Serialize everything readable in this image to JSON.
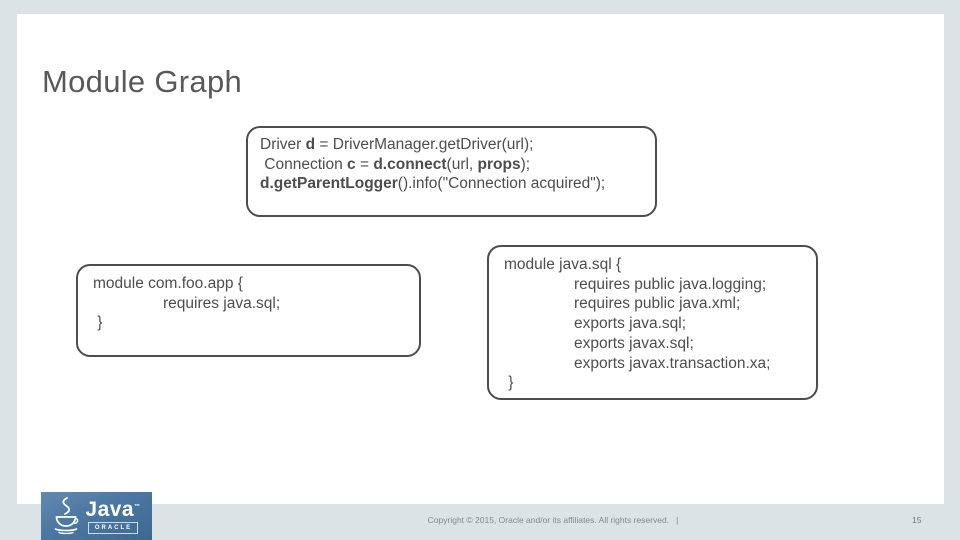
{
  "slide": {
    "title": "Module Graph",
    "page_number": "15",
    "copyright": "Copyright © 2015, Oracle and/or its affiliates. All rights reserved.   |"
  },
  "logo": {
    "brand": "Java",
    "tm": "™",
    "subbrand": "ORACLE"
  },
  "code_boxes": {
    "snippet": {
      "lines": [
        {
          "indent": 0,
          "segments": [
            {
              "text": "Driver ",
              "bold": false
            },
            {
              "text": "d",
              "bold": true
            },
            {
              "text": " = DriverManager.getDriver(url);",
              "bold": false
            }
          ]
        },
        {
          "indent": 0,
          "segments": [
            {
              "text": " Connection ",
              "bold": false
            },
            {
              "text": "c",
              "bold": true
            },
            {
              "text": " = ",
              "bold": false
            },
            {
              "text": "d.connect",
              "bold": true
            },
            {
              "text": "(url, ",
              "bold": false
            },
            {
              "text": "props",
              "bold": true
            },
            {
              "text": ");",
              "bold": false
            }
          ]
        },
        {
          "indent": 0,
          "segments": [
            {
              "text": "d.getParentLogger",
              "bold": true
            },
            {
              "text": "().info(\"Connection acquired\");",
              "bold": false
            }
          ]
        }
      ]
    },
    "left_module": {
      "lines": [
        {
          "indent": 0,
          "segments": [
            {
              "text": "module com.foo.app {",
              "bold": false
            }
          ]
        },
        {
          "indent": 1,
          "segments": [
            {
              "text": "requires java.sql;",
              "bold": false
            }
          ]
        },
        {
          "indent": 0,
          "segments": [
            {
              "text": " }",
              "bold": false
            }
          ]
        }
      ]
    },
    "right_module": {
      "lines": [
        {
          "indent": 0,
          "segments": [
            {
              "text": "module java.sql {",
              "bold": false
            }
          ]
        },
        {
          "indent": 1,
          "segments": [
            {
              "text": "requires public java.logging;",
              "bold": false
            }
          ]
        },
        {
          "indent": 1,
          "segments": [
            {
              "text": "requires public java.xml;",
              "bold": false
            }
          ]
        },
        {
          "indent": 1,
          "segments": [
            {
              "text": "exports java.sql;",
              "bold": false
            }
          ]
        },
        {
          "indent": 1,
          "segments": [
            {
              "text": "exports javax.sql;",
              "bold": false
            }
          ]
        },
        {
          "indent": 1,
          "segments": [
            {
              "text": "exports javax.transaction.xa;",
              "bold": false
            }
          ]
        },
        {
          "indent": 0,
          "segments": [
            {
              "text": " }",
              "bold": false
            }
          ]
        }
      ]
    }
  },
  "colors": {
    "background": "#dce3e6",
    "card": "#ffffff",
    "box_border": "#4d4d4d",
    "code_text": "#4d4d4d",
    "title_text": "#595959",
    "footer_text": "#7f898e",
    "logo_blue": "#4c77a3"
  }
}
